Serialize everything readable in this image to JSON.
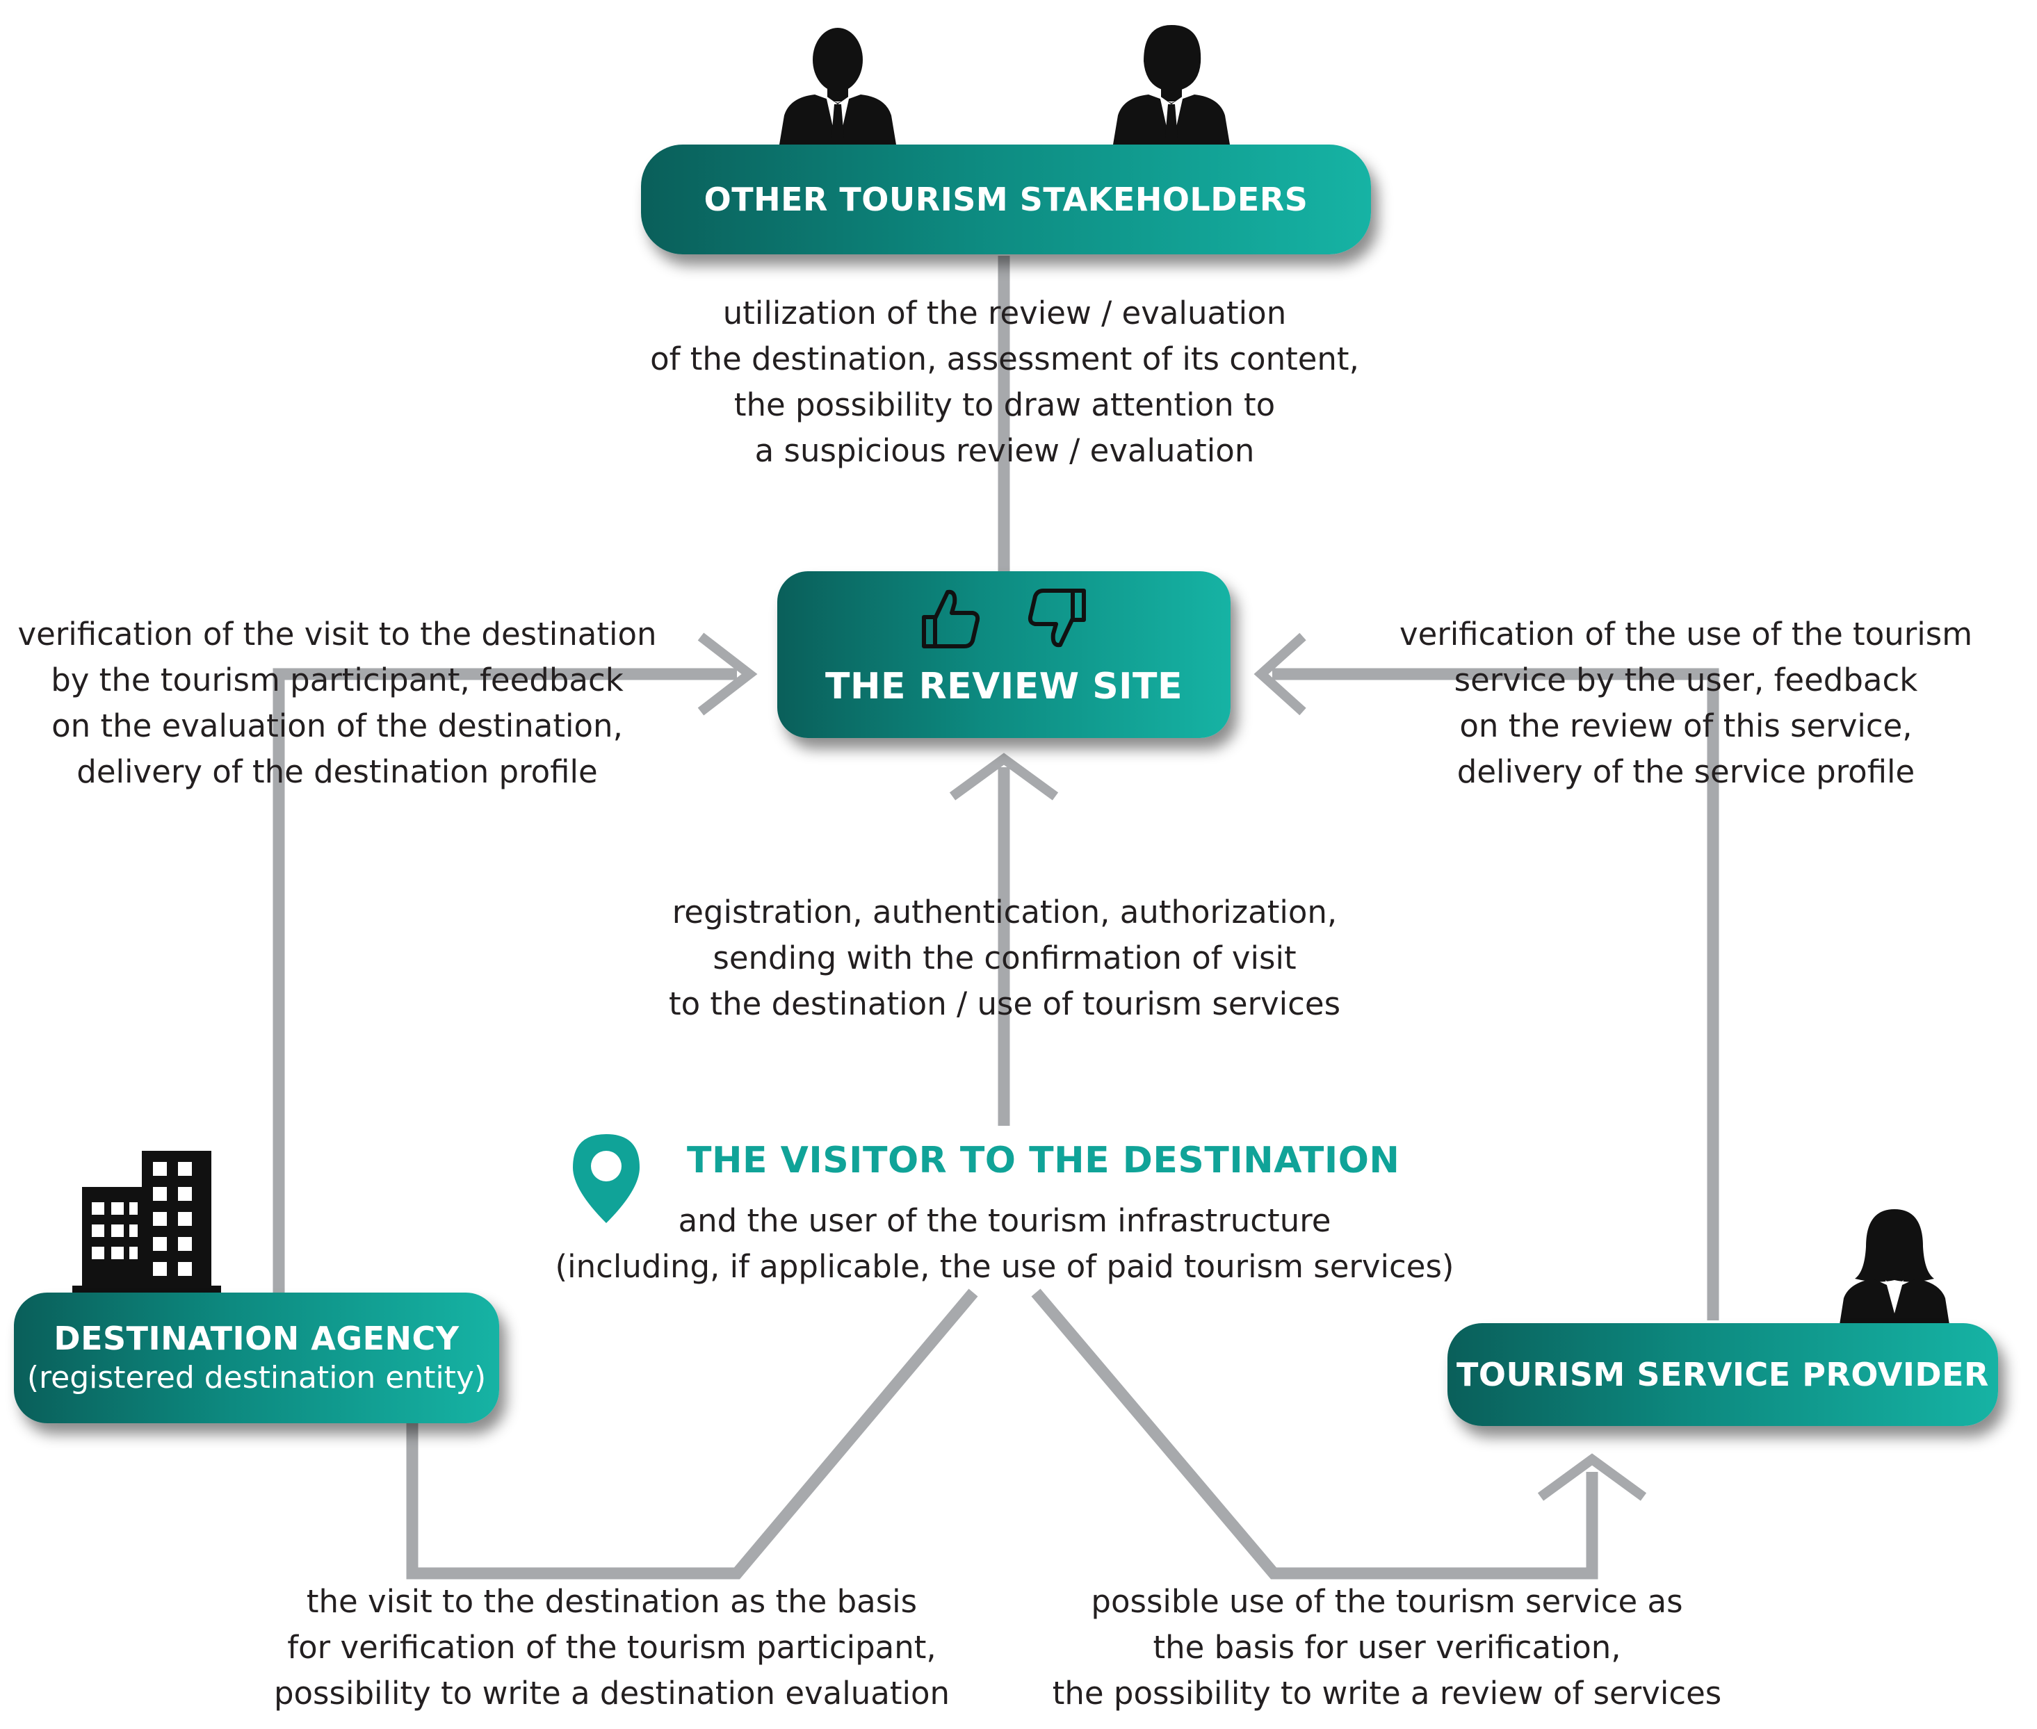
{
  "nodes": {
    "stakeholders": {
      "title": "OTHER TOURISM STAKEHOLDERS"
    },
    "review_site": {
      "title": "THE REVIEW SITE"
    },
    "agency": {
      "title": "DESTINATION AGENCY",
      "subtitle": "(registered destination entity)"
    },
    "provider": {
      "title": "TOURISM SERVICE PROVIDER"
    }
  },
  "visitor": {
    "title": "THE VISITOR TO THE DESTINATION",
    "line1": "and the user of the tourism infrastructure",
    "line2": "(including, if applicable, the use of paid tourism services)"
  },
  "descriptions": {
    "stakeholders_to_site": "utilization of the review / evaluation\nof the destination, assessment of its content,\nthe possibility to draw attention to\na suspicious review / evaluation",
    "agency_to_site": "verification of the visit to the destination\nby the tourism participant,  feedback\non the evaluation of the destination,\ndelivery of the destination profile",
    "provider_to_site": "verification of the use of the tourism\nservice by the user,  feedback\non the review of this service,\ndelivery of the service profile",
    "visitor_to_site": "registration, authentication, authorization,\nsending with the confirmation of visit\nto the destination / use of tourism services",
    "visitor_to_agency": "the visit to the destination as the basis\nfor verification of the tourism participant,\npossibility to write a destination evaluation",
    "visitor_to_provider": "possible use of the tourism service as\nthe basis for user verification,\nthe possibility to write a review of services"
  },
  "icons": {
    "stakeholders": [
      "businessman-icon",
      "businessman-icon"
    ],
    "review_site": [
      "thumbs-up-icon",
      "thumbs-down-icon"
    ],
    "agency": "office-building-icon",
    "provider": "businesswoman-icon",
    "visitor": "map-pin-icon"
  },
  "colors": {
    "node_dark": "#0a5f5a",
    "node_light": "#16b3a4",
    "accent_text": "#10a398",
    "connector": "#a7a9ac"
  }
}
